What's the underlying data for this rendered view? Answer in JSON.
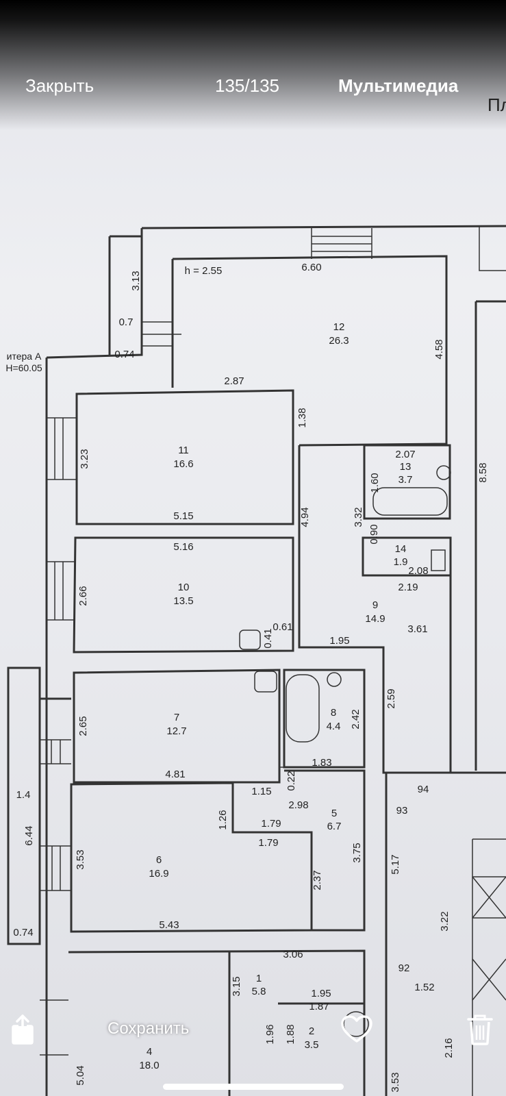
{
  "top_bar": {
    "close_label": "Закрыть",
    "counter": "135/135",
    "media_label": "Мультимедиа"
  },
  "bottom_bar": {
    "share_icon": "share-icon",
    "save_label": "Сохранить",
    "favorite_icon": "heart-icon",
    "delete_icon": "trash-icon"
  },
  "photo": {
    "corner_text": "Пл",
    "litera": "итера А",
    "h_mark": "Н=60.05",
    "rooms": [
      {
        "num": "12",
        "area": "26.3"
      },
      {
        "num": "11",
        "area": "16.6"
      },
      {
        "num": "10",
        "area": "13.5"
      },
      {
        "num": "9",
        "area": "14.9"
      },
      {
        "num": "13",
        "area": "3.7"
      },
      {
        "num": "14",
        "area": "1.9"
      },
      {
        "num": "7",
        "area": "12.7"
      },
      {
        "num": "8",
        "area": "4.4"
      },
      {
        "num": "6",
        "area": "16.9"
      },
      {
        "num": "5",
        "area": "6.7"
      },
      {
        "num": "1",
        "area": "5.8"
      },
      {
        "num": "2",
        "area": "3.5"
      },
      {
        "num": "4",
        "area": "18.0"
      }
    ],
    "dims": {
      "h": "h = 2.55",
      "d660": "6.60",
      "d313": "3.13",
      "d07": "0.7",
      "d074a": "0.74",
      "d458": "4.58",
      "d287": "2.87",
      "d138": "1.38",
      "d323": "3.23",
      "d515": "5.15",
      "d516": "5.16",
      "d494": "4.94",
      "d332": "3.32",
      "d207": "2.07",
      "d160": "1.60",
      "d858": "8.58",
      "d090": "0.90",
      "d208": "2.08",
      "d219": "2.19",
      "d266": "2.66",
      "d361": "3.61",
      "d041": "0.41",
      "d061": "0.61",
      "d195a": "1.95",
      "d259": "2.59",
      "d265": "2.65",
      "d242": "2.42",
      "d481": "4.81",
      "d183": "1.83",
      "d94": "94",
      "d14": "1.4",
      "d644": "6.44",
      "d115": "1.15",
      "d022": "0.22",
      "d298": "2.98",
      "d93": "93",
      "d126": "1.26",
      "d179a": "1.79",
      "d179b": "1.79",
      "d353": "3.53",
      "d375": "3.75",
      "d237": "2.37",
      "d517": "5.17",
      "d322": "3.22",
      "d543": "5.43",
      "d074b": "0.74",
      "d306": "3.06",
      "d92": "92",
      "d315": "3.15",
      "d195b": "1.95",
      "d187": "1.87",
      "d152": "1.52",
      "d196": "1.96",
      "d188": "1.88",
      "d216": "2.16",
      "d504": "5.04",
      "d353b": "3.53"
    }
  }
}
